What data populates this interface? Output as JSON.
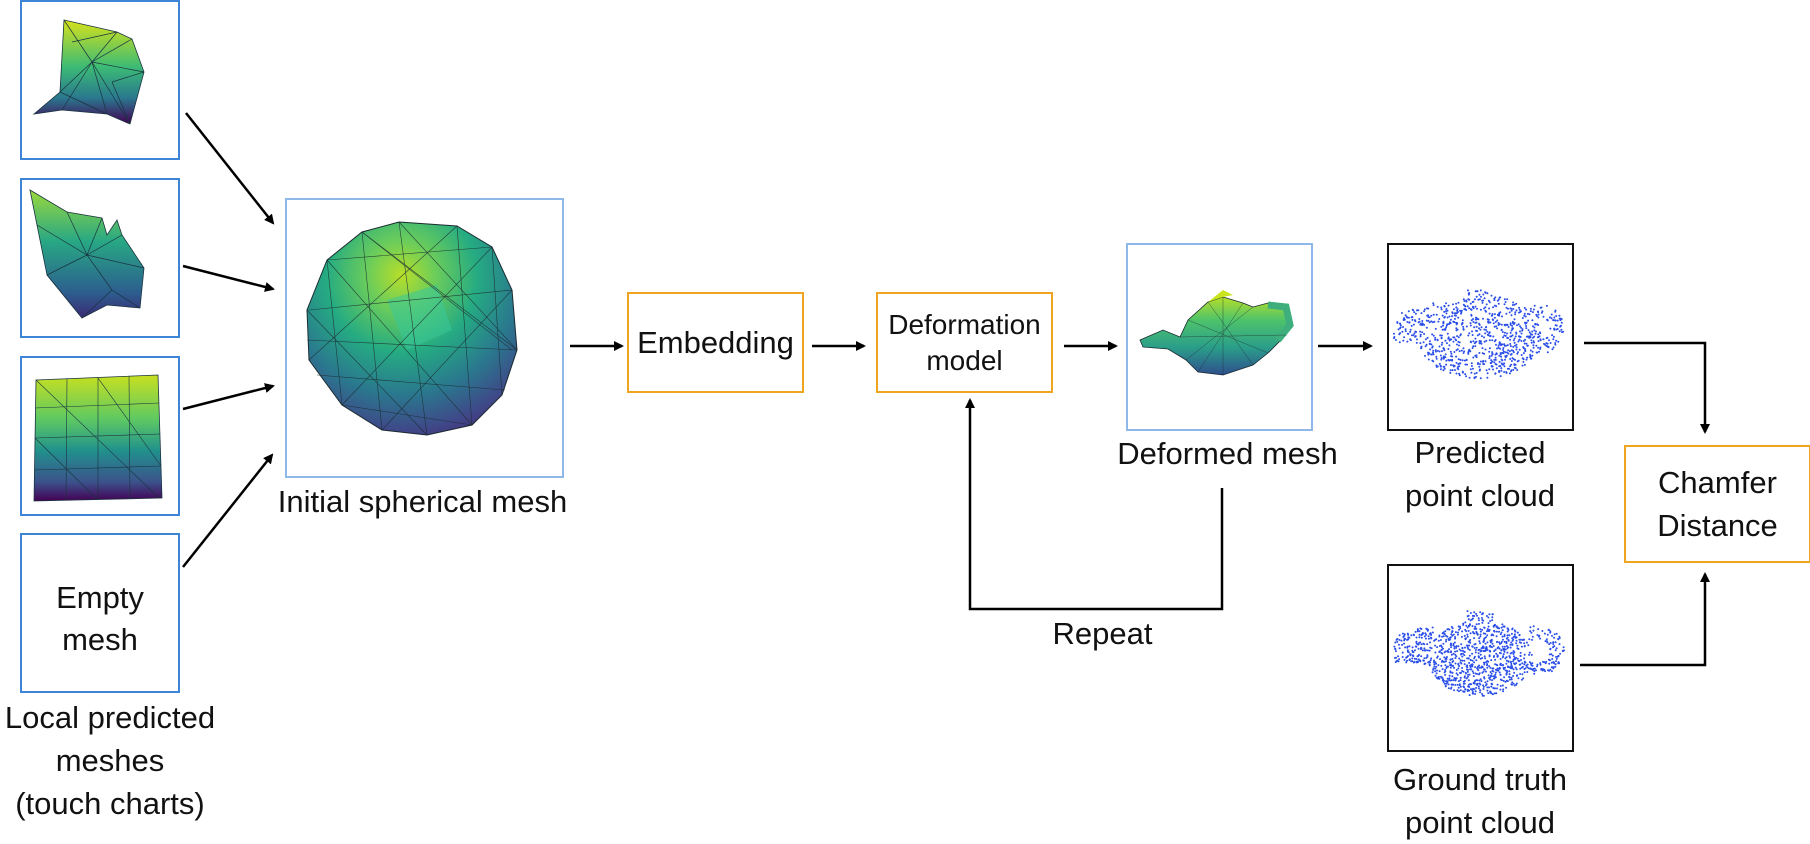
{
  "local_meshes": {
    "empty_mesh_text": "Empty\nmesh",
    "caption": "Local predicted\nmeshes\n(touch charts)"
  },
  "initial_mesh": {
    "caption": "Initial spherical mesh"
  },
  "embedding": {
    "label": "Embedding"
  },
  "deformation": {
    "label": "Deformation\nmodel"
  },
  "deformed_mesh": {
    "caption": "Deformed mesh"
  },
  "repeat": {
    "label": "Repeat"
  },
  "predicted_cloud": {
    "caption": "Predicted\npoint cloud"
  },
  "ground_truth_cloud": {
    "caption": "Ground truth\npoint cloud"
  },
  "chamfer": {
    "label": "Chamfer\nDistance"
  },
  "colors": {
    "blue_frame": "#3d85d6",
    "light_blue_frame": "#8fb8ea",
    "orange_frame": "#f0a51e",
    "points": "#2a4ee8"
  }
}
